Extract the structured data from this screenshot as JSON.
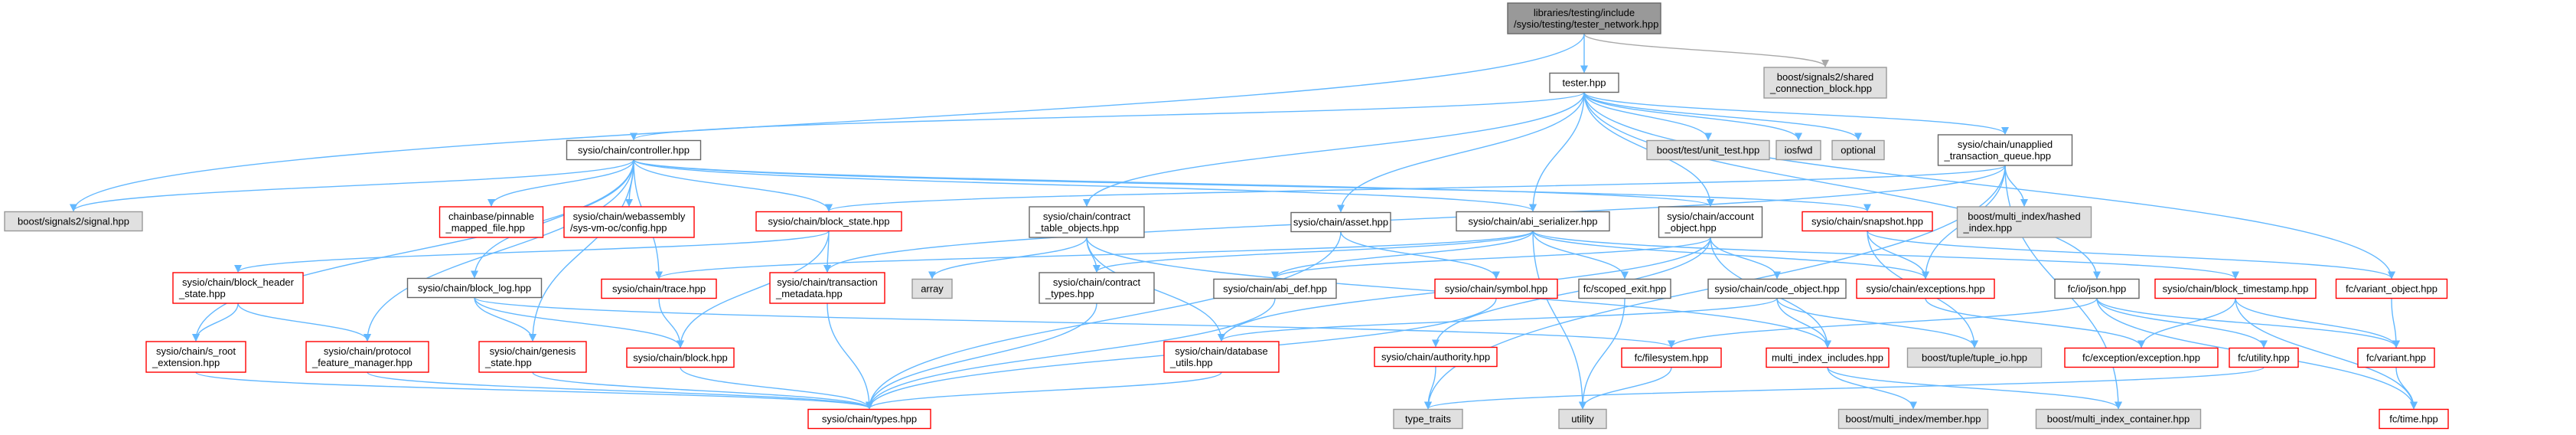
{
  "diagram": {
    "colors": {
      "root_fill": "#999999",
      "root_stroke": "#666666",
      "normal_stroke": "#666666",
      "normal_fill": "#ffffff",
      "external_fill": "#e0e0e0",
      "external_stroke": "#999999",
      "linked_stroke": "#ff0000",
      "edge": "#63b8ff",
      "edge_external": "#a9a9a9"
    },
    "nodes": [
      {
        "id": "root",
        "kind": "root",
        "lines": [
          "libraries/testing/include",
          "/sysio/testing/tester_network.hpp"
        ]
      },
      {
        "id": "tester",
        "kind": "normal",
        "lines": [
          "tester.hpp"
        ]
      },
      {
        "id": "shared_conn",
        "kind": "external",
        "lines": [
          "boost/signals2/shared",
          "_connection_block.hpp"
        ]
      },
      {
        "id": "controller",
        "kind": "normal",
        "lines": [
          "sysio/chain/controller.hpp"
        ]
      },
      {
        "id": "unit_test",
        "kind": "external",
        "lines": [
          "boost/test/unit_test.hpp"
        ]
      },
      {
        "id": "iosfwd",
        "kind": "external",
        "lines": [
          "iosfwd"
        ]
      },
      {
        "id": "optional",
        "kind": "external",
        "lines": [
          "optional"
        ]
      },
      {
        "id": "unapplied",
        "kind": "normal",
        "lines": [
          "sysio/chain/unapplied",
          "_transaction_queue.hpp"
        ]
      },
      {
        "id": "signal",
        "kind": "external",
        "lines": [
          "boost/signals2/signal.hpp"
        ]
      },
      {
        "id": "pinnable",
        "kind": "linked",
        "lines": [
          "chainbase/pinnable",
          "_mapped_file.hpp"
        ]
      },
      {
        "id": "webassembly",
        "kind": "linked",
        "lines": [
          "sysio/chain/webassembly",
          "/sys-vm-oc/config.hpp"
        ]
      },
      {
        "id": "block_state",
        "kind": "linked",
        "lines": [
          "sysio/chain/block_state.hpp"
        ]
      },
      {
        "id": "contract_table",
        "kind": "normal",
        "lines": [
          "sysio/chain/contract",
          "_table_objects.hpp"
        ]
      },
      {
        "id": "asset",
        "kind": "normal",
        "lines": [
          "sysio/chain/asset.hpp"
        ]
      },
      {
        "id": "abi_serializer",
        "kind": "normal",
        "lines": [
          "sysio/chain/abi_serializer.hpp"
        ]
      },
      {
        "id": "account_object",
        "kind": "normal",
        "lines": [
          "sysio/chain/account",
          "_object.hpp"
        ]
      },
      {
        "id": "snapshot",
        "kind": "linked",
        "lines": [
          "sysio/chain/snapshot.hpp"
        ]
      },
      {
        "id": "hashed_index",
        "kind": "external",
        "lines": [
          "boost/multi_index/hashed",
          "_index.hpp"
        ]
      },
      {
        "id": "block_header_state",
        "kind": "linked",
        "lines": [
          "sysio/chain/block_header",
          "_state.hpp"
        ]
      },
      {
        "id": "trace",
        "kind": "linked",
        "lines": [
          "sysio/chain/trace.hpp"
        ]
      },
      {
        "id": "transaction_metadata",
        "kind": "linked",
        "lines": [
          "sysio/chain/transaction",
          "_metadata.hpp"
        ]
      },
      {
        "id": "array",
        "kind": "external",
        "lines": [
          "array"
        ]
      },
      {
        "id": "contract_types",
        "kind": "normal",
        "lines": [
          "sysio/chain/contract",
          "_types.hpp"
        ]
      },
      {
        "id": "abi_def",
        "kind": "normal",
        "lines": [
          "sysio/chain/abi_def.hpp"
        ]
      },
      {
        "id": "symbol",
        "kind": "linked",
        "lines": [
          "sysio/chain/symbol.hpp"
        ]
      },
      {
        "id": "scoped_exit",
        "kind": "normal",
        "lines": [
          "fc/scoped_exit.hpp"
        ]
      },
      {
        "id": "code_object",
        "kind": "normal",
        "lines": [
          "sysio/chain/code_object.hpp"
        ]
      },
      {
        "id": "exceptions",
        "kind": "linked",
        "lines": [
          "sysio/chain/exceptions.hpp"
        ]
      },
      {
        "id": "json",
        "kind": "normal",
        "lines": [
          "fc/io/json.hpp"
        ]
      },
      {
        "id": "block_timestamp",
        "kind": "linked",
        "lines": [
          "sysio/chain/block_timestamp.hpp"
        ]
      },
      {
        "id": "variant_object",
        "kind": "linked",
        "lines": [
          "fc/variant_object.hpp"
        ]
      },
      {
        "id": "block_log",
        "kind": "normal",
        "lines": [
          "sysio/chain/block_log.hpp"
        ]
      },
      {
        "id": "s_root",
        "kind": "linked",
        "lines": [
          "sysio/chain/s_root",
          "_extension.hpp"
        ]
      },
      {
        "id": "protocol_fm",
        "kind": "linked",
        "lines": [
          "sysio/chain/protocol",
          "_feature_manager.hpp"
        ]
      },
      {
        "id": "genesis",
        "kind": "linked",
        "lines": [
          "sysio/chain/genesis",
          "_state.hpp"
        ]
      },
      {
        "id": "block",
        "kind": "linked",
        "lines": [
          "sysio/chain/block.hpp"
        ]
      },
      {
        "id": "database_utils",
        "kind": "linked",
        "lines": [
          "sysio/chain/database",
          "_utils.hpp"
        ]
      },
      {
        "id": "authority",
        "kind": "linked",
        "lines": [
          "sysio/chain/authority.hpp"
        ]
      },
      {
        "id": "filesystem",
        "kind": "linked",
        "lines": [
          "fc/filesystem.hpp"
        ]
      },
      {
        "id": "multi_index_includes",
        "kind": "linked",
        "lines": [
          "multi_index_includes.hpp"
        ]
      },
      {
        "id": "tuple_io",
        "kind": "external",
        "lines": [
          "boost/tuple/tuple_io.hpp"
        ]
      },
      {
        "id": "fc_exception",
        "kind": "linked",
        "lines": [
          "fc/exception/exception.hpp"
        ]
      },
      {
        "id": "utility_hpp",
        "kind": "linked",
        "lines": [
          "fc/utility.hpp"
        ]
      },
      {
        "id": "variant",
        "kind": "linked",
        "lines": [
          "fc/variant.hpp"
        ]
      },
      {
        "id": "types",
        "kind": "linked",
        "lines": [
          "sysio/chain/types.hpp"
        ]
      },
      {
        "id": "type_traits",
        "kind": "external",
        "lines": [
          "type_traits"
        ]
      },
      {
        "id": "utility",
        "kind": "external",
        "lines": [
          "utility"
        ]
      },
      {
        "id": "member",
        "kind": "external",
        "lines": [
          "boost/multi_index/member.hpp"
        ]
      },
      {
        "id": "mi_container",
        "kind": "external",
        "lines": [
          "boost/multi_index_container.hpp"
        ]
      },
      {
        "id": "time",
        "kind": "linked",
        "lines": [
          "fc/time.hpp"
        ]
      }
    ],
    "edges": [
      {
        "from": "root",
        "to": "tester"
      },
      {
        "from": "root",
        "to": "shared_conn"
      },
      {
        "from": "root",
        "to": "signal"
      },
      {
        "from": "tester",
        "to": "controller"
      },
      {
        "from": "tester",
        "to": "unit_test"
      },
      {
        "from": "tester",
        "to": "iosfwd"
      },
      {
        "from": "tester",
        "to": "optional"
      },
      {
        "from": "tester",
        "to": "unapplied"
      },
      {
        "from": "tester",
        "to": "contract_table"
      },
      {
        "from": "tester",
        "to": "asset"
      },
      {
        "from": "tester",
        "to": "abi_serializer"
      },
      {
        "from": "tester",
        "to": "account_object"
      },
      {
        "from": "tester",
        "to": "json"
      },
      {
        "from": "tester",
        "to": "variant_object"
      },
      {
        "from": "controller",
        "to": "signal"
      },
      {
        "from": "controller",
        "to": "pinnable"
      },
      {
        "from": "controller",
        "to": "webassembly"
      },
      {
        "from": "controller",
        "to": "block_state"
      },
      {
        "from": "controller",
        "to": "abi_serializer"
      },
      {
        "from": "controller",
        "to": "account_object"
      },
      {
        "from": "controller",
        "to": "snapshot"
      },
      {
        "from": "controller",
        "to": "trace"
      },
      {
        "from": "controller",
        "to": "block_log"
      },
      {
        "from": "controller",
        "to": "s_root"
      },
      {
        "from": "controller",
        "to": "protocol_fm"
      },
      {
        "from": "controller",
        "to": "genesis"
      },
      {
        "from": "unapplied",
        "to": "hashed_index"
      },
      {
        "from": "unapplied",
        "to": "block_state"
      },
      {
        "from": "unapplied",
        "to": "transaction_metadata"
      },
      {
        "from": "unapplied",
        "to": "exceptions"
      },
      {
        "from": "unapplied",
        "to": "type_traits"
      },
      {
        "from": "unapplied",
        "to": "mi_container"
      },
      {
        "from": "block_state",
        "to": "block_header_state"
      },
      {
        "from": "block_state",
        "to": "transaction_metadata"
      },
      {
        "from": "block_state",
        "to": "block"
      },
      {
        "from": "block_header_state",
        "to": "s_root"
      },
      {
        "from": "block_header_state",
        "to": "protocol_fm"
      },
      {
        "from": "contract_table",
        "to": "array"
      },
      {
        "from": "contract_table",
        "to": "contract_types"
      },
      {
        "from": "contract_table",
        "to": "database_utils"
      },
      {
        "from": "contract_table",
        "to": "multi_index_includes"
      },
      {
        "from": "asset",
        "to": "symbol"
      },
      {
        "from": "asset",
        "to": "types"
      },
      {
        "from": "abi_serializer",
        "to": "trace"
      },
      {
        "from": "abi_serializer",
        "to": "contract_types"
      },
      {
        "from": "abi_serializer",
        "to": "abi_def"
      },
      {
        "from": "abi_serializer",
        "to": "scoped_exit"
      },
      {
        "from": "abi_serializer",
        "to": "exceptions"
      },
      {
        "from": "abi_serializer",
        "to": "block_timestamp"
      },
      {
        "from": "abi_serializer",
        "to": "utility"
      },
      {
        "from": "account_object",
        "to": "code_object"
      },
      {
        "from": "account_object",
        "to": "database_utils"
      },
      {
        "from": "account_object",
        "to": "authority"
      },
      {
        "from": "account_object",
        "to": "multi_index_includes"
      },
      {
        "from": "account_object",
        "to": "abi_def"
      },
      {
        "from": "snapshot",
        "to": "exceptions"
      },
      {
        "from": "snapshot",
        "to": "variant_object"
      },
      {
        "from": "snapshot",
        "to": "tuple_io"
      },
      {
        "from": "trace",
        "to": "block"
      },
      {
        "from": "transaction_metadata",
        "to": "types"
      },
      {
        "from": "contract_types",
        "to": "types"
      },
      {
        "from": "abi_def",
        "to": "types"
      },
      {
        "from": "symbol",
        "to": "types"
      },
      {
        "from": "scoped_exit",
        "to": "utility"
      },
      {
        "from": "code_object",
        "to": "database_utils"
      },
      {
        "from": "code_object",
        "to": "multi_index_includes"
      },
      {
        "from": "code_object",
        "to": "tuple_io"
      },
      {
        "from": "exceptions",
        "to": "fc_exception"
      },
      {
        "from": "json",
        "to": "filesystem"
      },
      {
        "from": "json",
        "to": "utility_hpp"
      },
      {
        "from": "json",
        "to": "variant"
      },
      {
        "from": "json",
        "to": "time"
      },
      {
        "from": "block_timestamp",
        "to": "fc_exception"
      },
      {
        "from": "block_timestamp",
        "to": "variant"
      },
      {
        "from": "block_timestamp",
        "to": "time"
      },
      {
        "from": "variant_object",
        "to": "variant"
      },
      {
        "from": "block_log",
        "to": "block"
      },
      {
        "from": "block_log",
        "to": "genesis"
      },
      {
        "from": "block_log",
        "to": "filesystem"
      },
      {
        "from": "s_root",
        "to": "types"
      },
      {
        "from": "protocol_fm",
        "to": "types"
      },
      {
        "from": "genesis",
        "to": "types"
      },
      {
        "from": "database_utils",
        "to": "types"
      },
      {
        "from": "authority",
        "to": "type_traits"
      },
      {
        "from": "filesystem",
        "to": "utility"
      },
      {
        "from": "multi_index_includes",
        "to": "member"
      },
      {
        "from": "multi_index_includes",
        "to": "mi_container"
      },
      {
        "from": "utility_hpp",
        "to": "type_traits"
      },
      {
        "from": "variant",
        "to": "time"
      },
      {
        "from": "block",
        "to": "types"
      }
    ]
  }
}
